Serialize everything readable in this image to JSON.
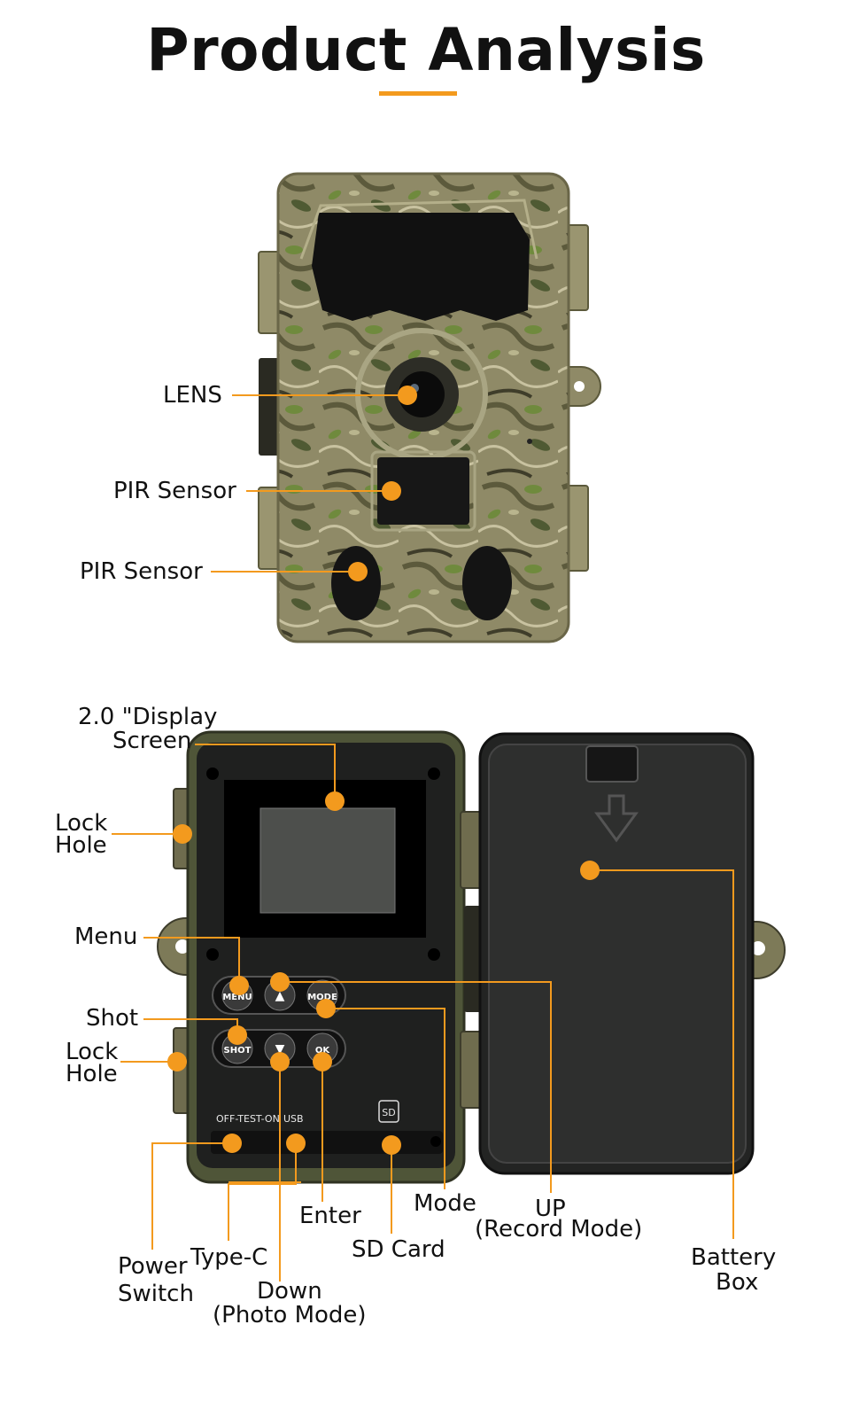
{
  "title": "Product Analysis",
  "colors": {
    "accent": "#f39a1e",
    "camo_base": "#8f8a67",
    "camo_dark": "#5c5a3c",
    "camo_green": "#6f8a3d",
    "housing_black": "#202120"
  },
  "front_view": {
    "labels": {
      "lens": "LENS",
      "pir_sensor_1": "PIR Sensor",
      "pir_sensor_2": "PIR Sensor"
    }
  },
  "open_view": {
    "labels": {
      "display_line1": "2.0 \"Display",
      "display_line2": "Screen",
      "lock_hole_1_line1": "Lock",
      "lock_hole_1_line2": "Hole",
      "menu": "Menu",
      "shot": "Shot",
      "lock_hole_2_line1": "Lock",
      "lock_hole_2_line2": "Hole",
      "power_switch_line1": "Power",
      "power_switch_line2": "Switch",
      "type_c": "Type-C",
      "down_line1": "Down",
      "down_line2": "(Photo Mode)",
      "enter": "Enter",
      "sd_card": "SD Card",
      "mode": "Mode",
      "up_line1": "UP",
      "up_line2": "(Record Mode)",
      "battery_line1": "Battery",
      "battery_line2": "Box"
    },
    "buttons": {
      "menu": "MENU",
      "mode": "MODE",
      "shot": "SHOT",
      "ok": "OK",
      "up_glyph": "▲",
      "down_glyph": "▼"
    },
    "panel_text": {
      "switch": "OFF-TEST-ON",
      "usb": "USB",
      "sd": "SD"
    }
  }
}
